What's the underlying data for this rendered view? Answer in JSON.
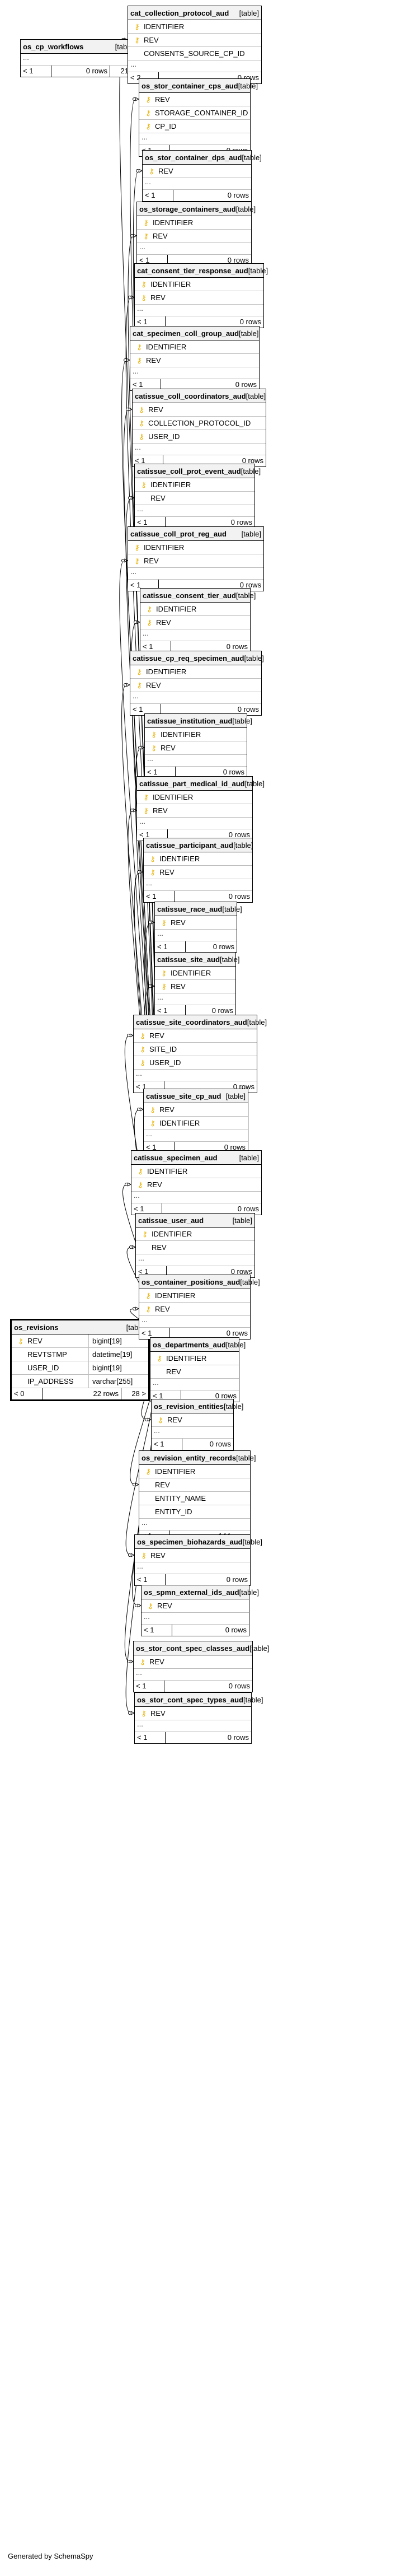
{
  "kind_label": "[table]",
  "main_table": {
    "name": "os_revisions",
    "columns": [
      {
        "name": "REV",
        "type": "bigint[19]",
        "key": true
      },
      {
        "name": "REVTSTMP",
        "type": "datetime[19]",
        "key": false
      },
      {
        "name": "USER_ID",
        "type": "bigint[19]",
        "key": false
      },
      {
        "name": "IP_ADDRESS",
        "type": "varchar[255]",
        "key": false
      }
    ],
    "footer": {
      "children": "< 0",
      "rows": "22 rows",
      "parents": "28 >"
    }
  },
  "workflows_table": {
    "name": "os_cp_workflows",
    "ellipsis": "...",
    "footer": {
      "children": "< 1",
      "rows": "0 rows",
      "parents": "21 >"
    }
  },
  "tables": [
    {
      "name": "cat_collection_protocol_aud",
      "columns": [
        {
          "name": "IDENTIFIER",
          "key": true
        },
        {
          "name": "REV",
          "key": true
        },
        {
          "name": "CONSENTS_SOURCE_CP_ID",
          "key": false
        }
      ],
      "children": "< 2",
      "rows": "0 rows"
    },
    {
      "name": "os_stor_container_cps_aud",
      "columns": [
        {
          "name": "REV",
          "key": true
        },
        {
          "name": "STORAGE_CONTAINER_ID",
          "key": true
        },
        {
          "name": "CP_ID",
          "key": true
        }
      ],
      "children": "< 1",
      "rows": "0 rows"
    },
    {
      "name": "os_stor_container_dps_aud",
      "columns": [
        {
          "name": "REV",
          "key": true
        }
      ],
      "children": "< 1",
      "rows": "0 rows"
    },
    {
      "name": "os_storage_containers_aud",
      "columns": [
        {
          "name": "IDENTIFIER",
          "key": true
        },
        {
          "name": "REV",
          "key": true
        }
      ],
      "children": "< 1",
      "rows": "0 rows"
    },
    {
      "name": "cat_consent_tier_response_aud",
      "columns": [
        {
          "name": "IDENTIFIER",
          "key": true
        },
        {
          "name": "REV",
          "key": true
        }
      ],
      "children": "< 1",
      "rows": "0 rows"
    },
    {
      "name": "cat_specimen_coll_group_aud",
      "columns": [
        {
          "name": "IDENTIFIER",
          "key": true
        },
        {
          "name": "REV",
          "key": true
        }
      ],
      "children": "< 1",
      "rows": "0 rows"
    },
    {
      "name": "catissue_coll_coordinators_aud",
      "columns": [
        {
          "name": "REV",
          "key": true
        },
        {
          "name": "COLLECTION_PROTOCOL_ID",
          "key": true
        },
        {
          "name": "USER_ID",
          "key": true
        }
      ],
      "children": "< 1",
      "rows": "0 rows"
    },
    {
      "name": "catissue_coll_prot_event_aud",
      "columns": [
        {
          "name": "IDENTIFIER",
          "key": true
        },
        {
          "name": "REV",
          "key": false
        }
      ],
      "children": "< 1",
      "rows": "0 rows"
    },
    {
      "name": "catissue_coll_prot_reg_aud",
      "columns": [
        {
          "name": "IDENTIFIER",
          "key": true
        },
        {
          "name": "REV",
          "key": true
        }
      ],
      "children": "< 1",
      "rows": "0 rows"
    },
    {
      "name": "catissue_consent_tier_aud",
      "columns": [
        {
          "name": "IDENTIFIER",
          "key": true
        },
        {
          "name": "REV",
          "key": true
        }
      ],
      "children": "< 1",
      "rows": "0 rows"
    },
    {
      "name": "catissue_cp_req_specimen_aud",
      "columns": [
        {
          "name": "IDENTIFIER",
          "key": true
        },
        {
          "name": "REV",
          "key": true
        }
      ],
      "children": "< 1",
      "rows": "0 rows"
    },
    {
      "name": "catissue_institution_aud",
      "columns": [
        {
          "name": "IDENTIFIER",
          "key": true
        },
        {
          "name": "REV",
          "key": true
        }
      ],
      "children": "< 1",
      "rows": "0 rows"
    },
    {
      "name": "catissue_part_medical_id_aud",
      "columns": [
        {
          "name": "IDENTIFIER",
          "key": true
        },
        {
          "name": "REV",
          "key": true
        }
      ],
      "children": "< 1",
      "rows": "0 rows"
    },
    {
      "name": "catissue_participant_aud",
      "columns": [
        {
          "name": "IDENTIFIER",
          "key": true
        },
        {
          "name": "REV",
          "key": true
        }
      ],
      "children": "< 1",
      "rows": "0 rows"
    },
    {
      "name": "catissue_race_aud",
      "columns": [
        {
          "name": "REV",
          "key": true
        }
      ],
      "children": "< 1",
      "rows": "0 rows"
    },
    {
      "name": "catissue_site_aud",
      "columns": [
        {
          "name": "IDENTIFIER",
          "key": true
        },
        {
          "name": "REV",
          "key": true
        }
      ],
      "children": "< 1",
      "rows": "0 rows"
    },
    {
      "name": "catissue_site_coordinators_aud",
      "columns": [
        {
          "name": "REV",
          "key": true
        },
        {
          "name": "SITE_ID",
          "key": true
        },
        {
          "name": "USER_ID",
          "key": true
        }
      ],
      "children": "< 1",
      "rows": "0 rows"
    },
    {
      "name": "catissue_site_cp_aud",
      "columns": [
        {
          "name": "REV",
          "key": true
        },
        {
          "name": "IDENTIFIER",
          "key": true
        }
      ],
      "children": "< 1",
      "rows": "0 rows"
    },
    {
      "name": "catissue_specimen_aud",
      "columns": [
        {
          "name": "IDENTIFIER",
          "key": true
        },
        {
          "name": "REV",
          "key": true
        }
      ],
      "children": "< 1",
      "rows": "0 rows"
    },
    {
      "name": "catissue_user_aud",
      "columns": [
        {
          "name": "IDENTIFIER",
          "key": true
        },
        {
          "name": "REV",
          "key": false
        }
      ],
      "children": "< 1",
      "rows": "0 rows"
    },
    {
      "name": "os_container_positions_aud",
      "columns": [
        {
          "name": "IDENTIFIER",
          "key": true
        },
        {
          "name": "REV",
          "key": true
        }
      ],
      "children": "< 1",
      "rows": "0 rows"
    },
    {
      "name": "os_departments_aud",
      "columns": [
        {
          "name": "IDENTIFIER",
          "key": true
        },
        {
          "name": "REV",
          "key": false
        }
      ],
      "children": "< 1",
      "rows": "0 rows"
    },
    {
      "name": "os_revision_entities",
      "columns": [
        {
          "name": "REV",
          "key": true
        }
      ],
      "children": "< 1",
      "rows": "0 rows"
    },
    {
      "name": "os_revision_entity_records",
      "columns": [
        {
          "name": "IDENTIFIER",
          "key": true
        },
        {
          "name": "REV",
          "key": false
        },
        {
          "name": "ENTITY_NAME",
          "key": false
        },
        {
          "name": "ENTITY_ID",
          "key": false
        }
      ],
      "children": "< 1",
      "rows": "144 rows"
    },
    {
      "name": "os_specimen_biohazards_aud",
      "columns": [
        {
          "name": "REV",
          "key": true
        }
      ],
      "children": "< 1",
      "rows": "0 rows"
    },
    {
      "name": "os_spmn_external_ids_aud",
      "columns": [
        {
          "name": "REV",
          "key": true
        }
      ],
      "children": "< 1",
      "rows": "0 rows"
    },
    {
      "name": "os_stor_cont_spec_classes_aud",
      "columns": [
        {
          "name": "REV",
          "key": true
        }
      ],
      "children": "< 1",
      "rows": "0 rows"
    },
    {
      "name": "os_stor_cont_spec_types_aud",
      "columns": [
        {
          "name": "REV",
          "key": true
        }
      ],
      "children": "< 1",
      "rows": "0 rows"
    }
  ],
  "ellipsis": "...",
  "key_icon": "key-icon",
  "colors": {
    "border": "#000000",
    "header_bg": "#f2f2f2",
    "key": "#e8b100",
    "edge": "#000000"
  },
  "credit": "Generated by SchemaSpy"
}
